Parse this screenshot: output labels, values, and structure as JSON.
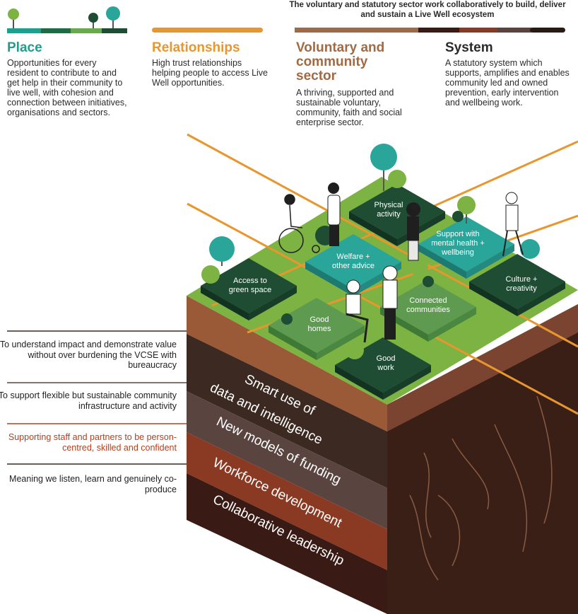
{
  "banner": "The voluntary and statutory sector work collaboratively to build, deliver and sustain a Live Well ecosystem",
  "columns": [
    {
      "title": "Place",
      "color": "#1f9e8e",
      "body": "Opportunities for every resident to contribute to and get help in their community to live well, with cohesion and connection between initiatives, organisations and sectors."
    },
    {
      "title": "Relationships",
      "color": "#e8962e",
      "body": "High trust relationships helping people to access Live Well opportunities."
    },
    {
      "title": "Voluntary and community sector",
      "color": "#a06a45",
      "body": "A thriving, supported and sustainable voluntary, community, faith and social enterprise sector."
    },
    {
      "title": "System",
      "color": "#2a2a2a",
      "body": "A statutory system which supports, amplifies and enables community led and owned prevention, early intervention and wellbeing work."
    }
  ],
  "tiles": [
    {
      "id": "physical-activity",
      "label": [
        "Physical",
        "activity"
      ]
    },
    {
      "id": "support-mental-health",
      "label": [
        "Support with",
        "mental health +",
        "wellbeing"
      ]
    },
    {
      "id": "welfare-advice",
      "label": [
        "Welfare +",
        "other advice"
      ]
    },
    {
      "id": "access-green-space",
      "label": [
        "Access to",
        "green space"
      ]
    },
    {
      "id": "culture-creativity",
      "label": [
        "Culture +",
        "creativity"
      ]
    },
    {
      "id": "connected-communities",
      "label": [
        "Connected",
        "communities"
      ]
    },
    {
      "id": "good-homes",
      "label": [
        "Good",
        "homes"
      ]
    },
    {
      "id": "good-work",
      "label": [
        "Good",
        "work"
      ]
    }
  ],
  "layers": [
    {
      "label": "Smart use of data and intelligence",
      "line1": "Smart use of",
      "line2": "data and intelligence",
      "note": "To understand impact and demonstrate value without over burdening the VCSE with bureaucracy",
      "note_color": "#2a2a2a"
    },
    {
      "label": "New models of funding",
      "note": "To support flexible but sustainable community infrastructure and activity",
      "note_color": "#5a4440"
    },
    {
      "label": "Workforce development",
      "note": "Supporting staff and partners to be person-centred, skilled and confident",
      "note_color": "#b04020"
    },
    {
      "label": "Collaborative leadership",
      "note": "Meaning we listen, learn and genuinely co-produce",
      "note_color": "#2a2a2a"
    }
  ],
  "colors": {
    "place": "#1f9e8e",
    "relationships": "#e8962e",
    "vcse": "#a06a45",
    "grass": "#7cb342",
    "dark_tile": "#1e4d33",
    "teal_tile": "#2aa59a",
    "soil_top": "#9a5a38"
  }
}
